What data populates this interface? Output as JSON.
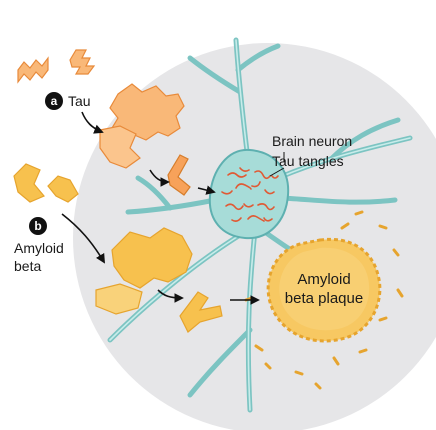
{
  "labels": {
    "a_marker": "a",
    "tau": "Tau",
    "b_marker": "b",
    "amyloid_line1": "Amyloid",
    "amyloid_line2": "beta",
    "brain_neuron": "Brain neuron",
    "tau_tangles": "Tau tangles",
    "plaque_line1": "Amyloid",
    "plaque_line2": "beta plaque"
  },
  "colors": {
    "circle_fill": "#e6e6e8",
    "neuron_fill": "#9fd6d3",
    "neuron_stroke": "#5eb0b0",
    "tau_protein": "#f7a25a",
    "tau_protein_light": "#fbc58d",
    "amyloid": "#f7c14e",
    "amyloid_dark": "#e6a42e",
    "tangle": "#e05a35",
    "badge": "#111111"
  }
}
